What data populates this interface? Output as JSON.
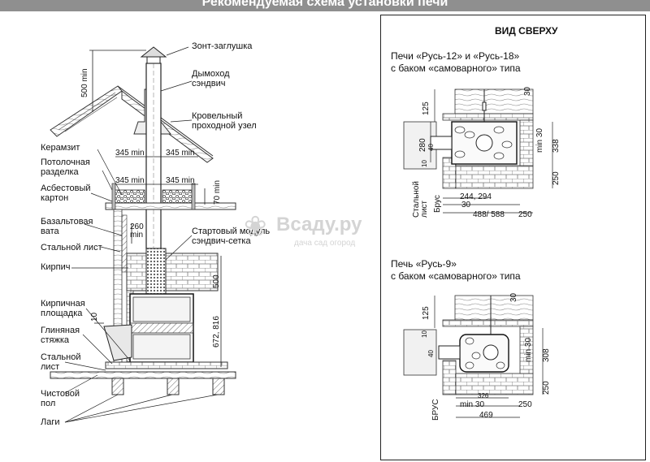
{
  "title": "Рекомендуемая схема установки печи",
  "left_diagram": {
    "labels": {
      "cap": "Зонт-заглушка",
      "chimney": "Дымоход\nсэндвич",
      "roof_node": "Кровельный\nпроходной узел",
      "keramzit": "Керамзит",
      "ceiling_cut": "Потолочная\nразделка",
      "asbestos": "Асбестовый\nкартон",
      "basalt": "Базальтовая\nвата",
      "steel_sheet": "Стальной лист",
      "start_module": "Стартовый модуль\nсэндвич-сетка",
      "brick": "Кирпич",
      "brick_platform": "Кирпичная\nплощадка",
      "clay_screed": "Глиняная\nстяжка",
      "steel_sheet_floor": "Стальной\nлист",
      "clean_floor": "Чистовой\nпол",
      "joists": "Лаги"
    },
    "dims": {
      "d500min": "500 min",
      "d345_roof_l": "345 min",
      "d345_roof_r": "345 min",
      "d345_ceil_l": "345 min",
      "d345_ceil_r": "345 min",
      "d70": "70 min",
      "d260": "260\nmin",
      "d500": "500",
      "d672": "672, 816",
      "d10": "10"
    }
  },
  "right_panel": {
    "heading": "ВИД СВЕРХУ",
    "top_title": "Печи «Русь-12» и «Русь-18»\nс баком «самоварного» типа",
    "bottom_title": "Печь «Русь-9»\nс баком «самоварного» типа",
    "top_dims": {
      "d125": "125",
      "d30_top": "30",
      "d10": "10",
      "d280": "280",
      "d40": "40",
      "dmin30": "min 30",
      "d338": "338",
      "d250": "250",
      "d244": "244, 294",
      "d30_bot": "30",
      "d488": "488/ 588",
      "d250_bot": "250",
      "steel": "Стальной\nлист",
      "brus": "Брус"
    },
    "bottom_dims": {
      "d125": "125",
      "d30_top": "30",
      "d10": "10",
      "d40": "40",
      "dmin30_r": "min 30",
      "d308": "308",
      "d250": "250",
      "d326": "326",
      "dmin30_b": "min 30",
      "d250_bot": "250",
      "d469": "469",
      "brus": "БРУС"
    }
  },
  "watermark": {
    "name": "Всаду.ру",
    "tagline": "дача сад огород"
  }
}
